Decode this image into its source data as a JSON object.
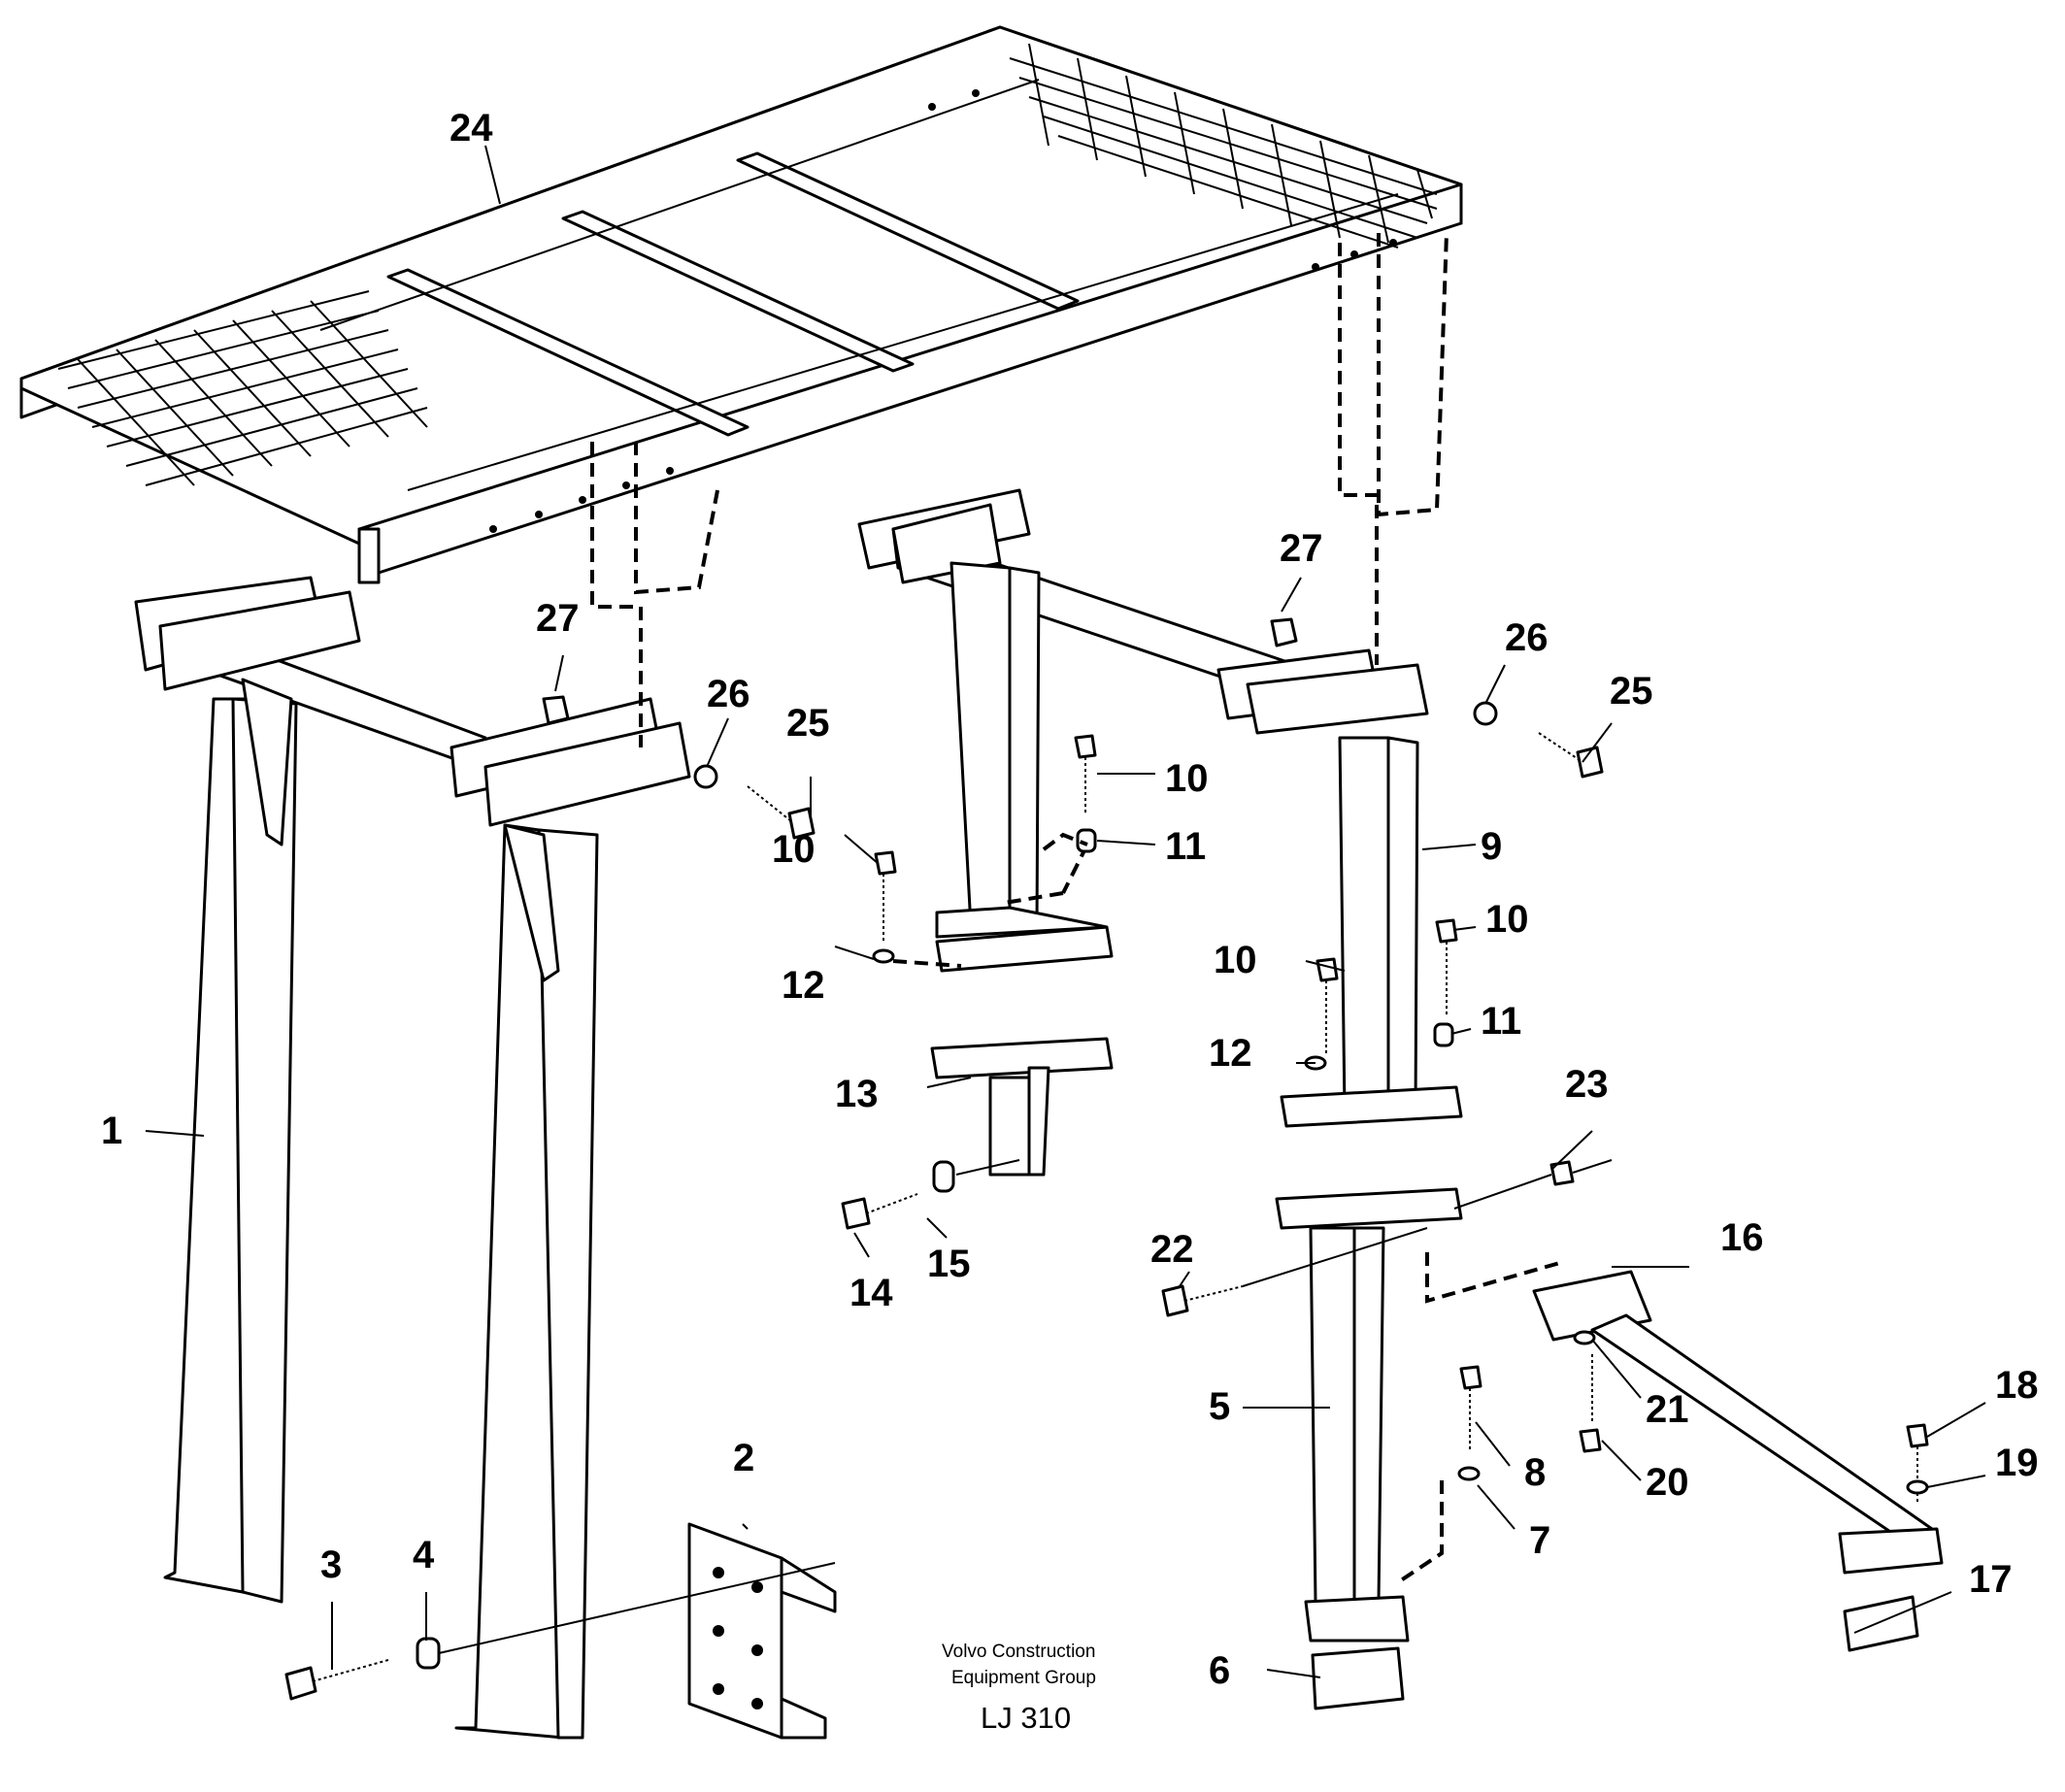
{
  "callouts": {
    "c1": "1",
    "c2": "2",
    "c3": "3",
    "c4": "4",
    "c5": "5",
    "c6": "6",
    "c7": "7",
    "c8": "8",
    "c9": "9",
    "c10": "10",
    "c11": "11",
    "c12": "12",
    "c13": "13",
    "c14": "14",
    "c15": "15",
    "c16": "16",
    "c17": "17",
    "c18": "18",
    "c19": "19",
    "c20": "20",
    "c21": "21",
    "c22": "22",
    "c23": "23",
    "c24": "24",
    "c25": "25",
    "c26": "26",
    "c27": "27"
  },
  "credit": {
    "line1": "Volvo Construction",
    "line2": "Equipment Group",
    "code": "LJ 310"
  }
}
